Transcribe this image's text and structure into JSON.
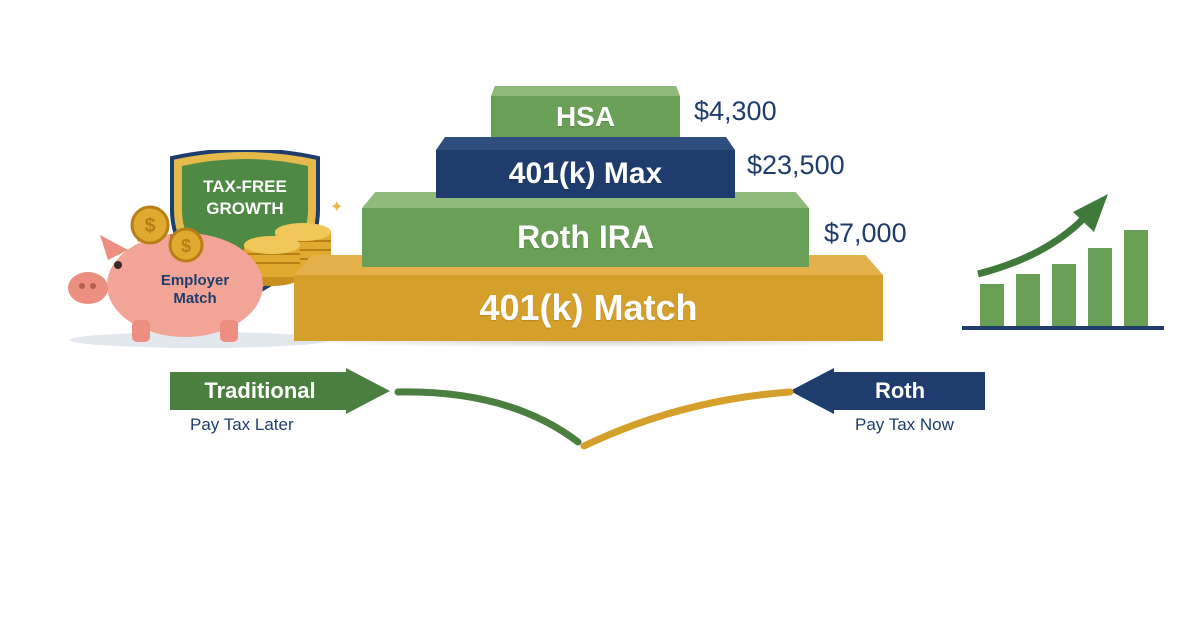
{
  "shield": {
    "line1": "TAX-FREE",
    "line2": "GROWTH"
  },
  "piggy": {
    "line1": "Employer",
    "line2": "Match"
  },
  "pyramid": {
    "tiers": [
      {
        "label": "HSA",
        "amount": "$4,300"
      },
      {
        "label": "401(k) Max",
        "amount": "$23,500"
      },
      {
        "label": "Roth IRA",
        "amount": "$7,000"
      },
      {
        "label": "401(k) Match",
        "amount": ""
      }
    ]
  },
  "arrows": {
    "traditional": {
      "label": "Traditional",
      "sub": "Pay Tax Later"
    },
    "roth": {
      "label": "Roth",
      "sub": "Pay Tax Now"
    }
  },
  "colors": {
    "green": "#6a9f58",
    "navy": "#1f3d6c",
    "gold": "#d59f2c"
  },
  "icons": [
    "shield-icon",
    "piggy-bank-icon",
    "coin-stack-icon",
    "growth-chart-icon",
    "arrow-right-icon",
    "arrow-left-icon"
  ]
}
